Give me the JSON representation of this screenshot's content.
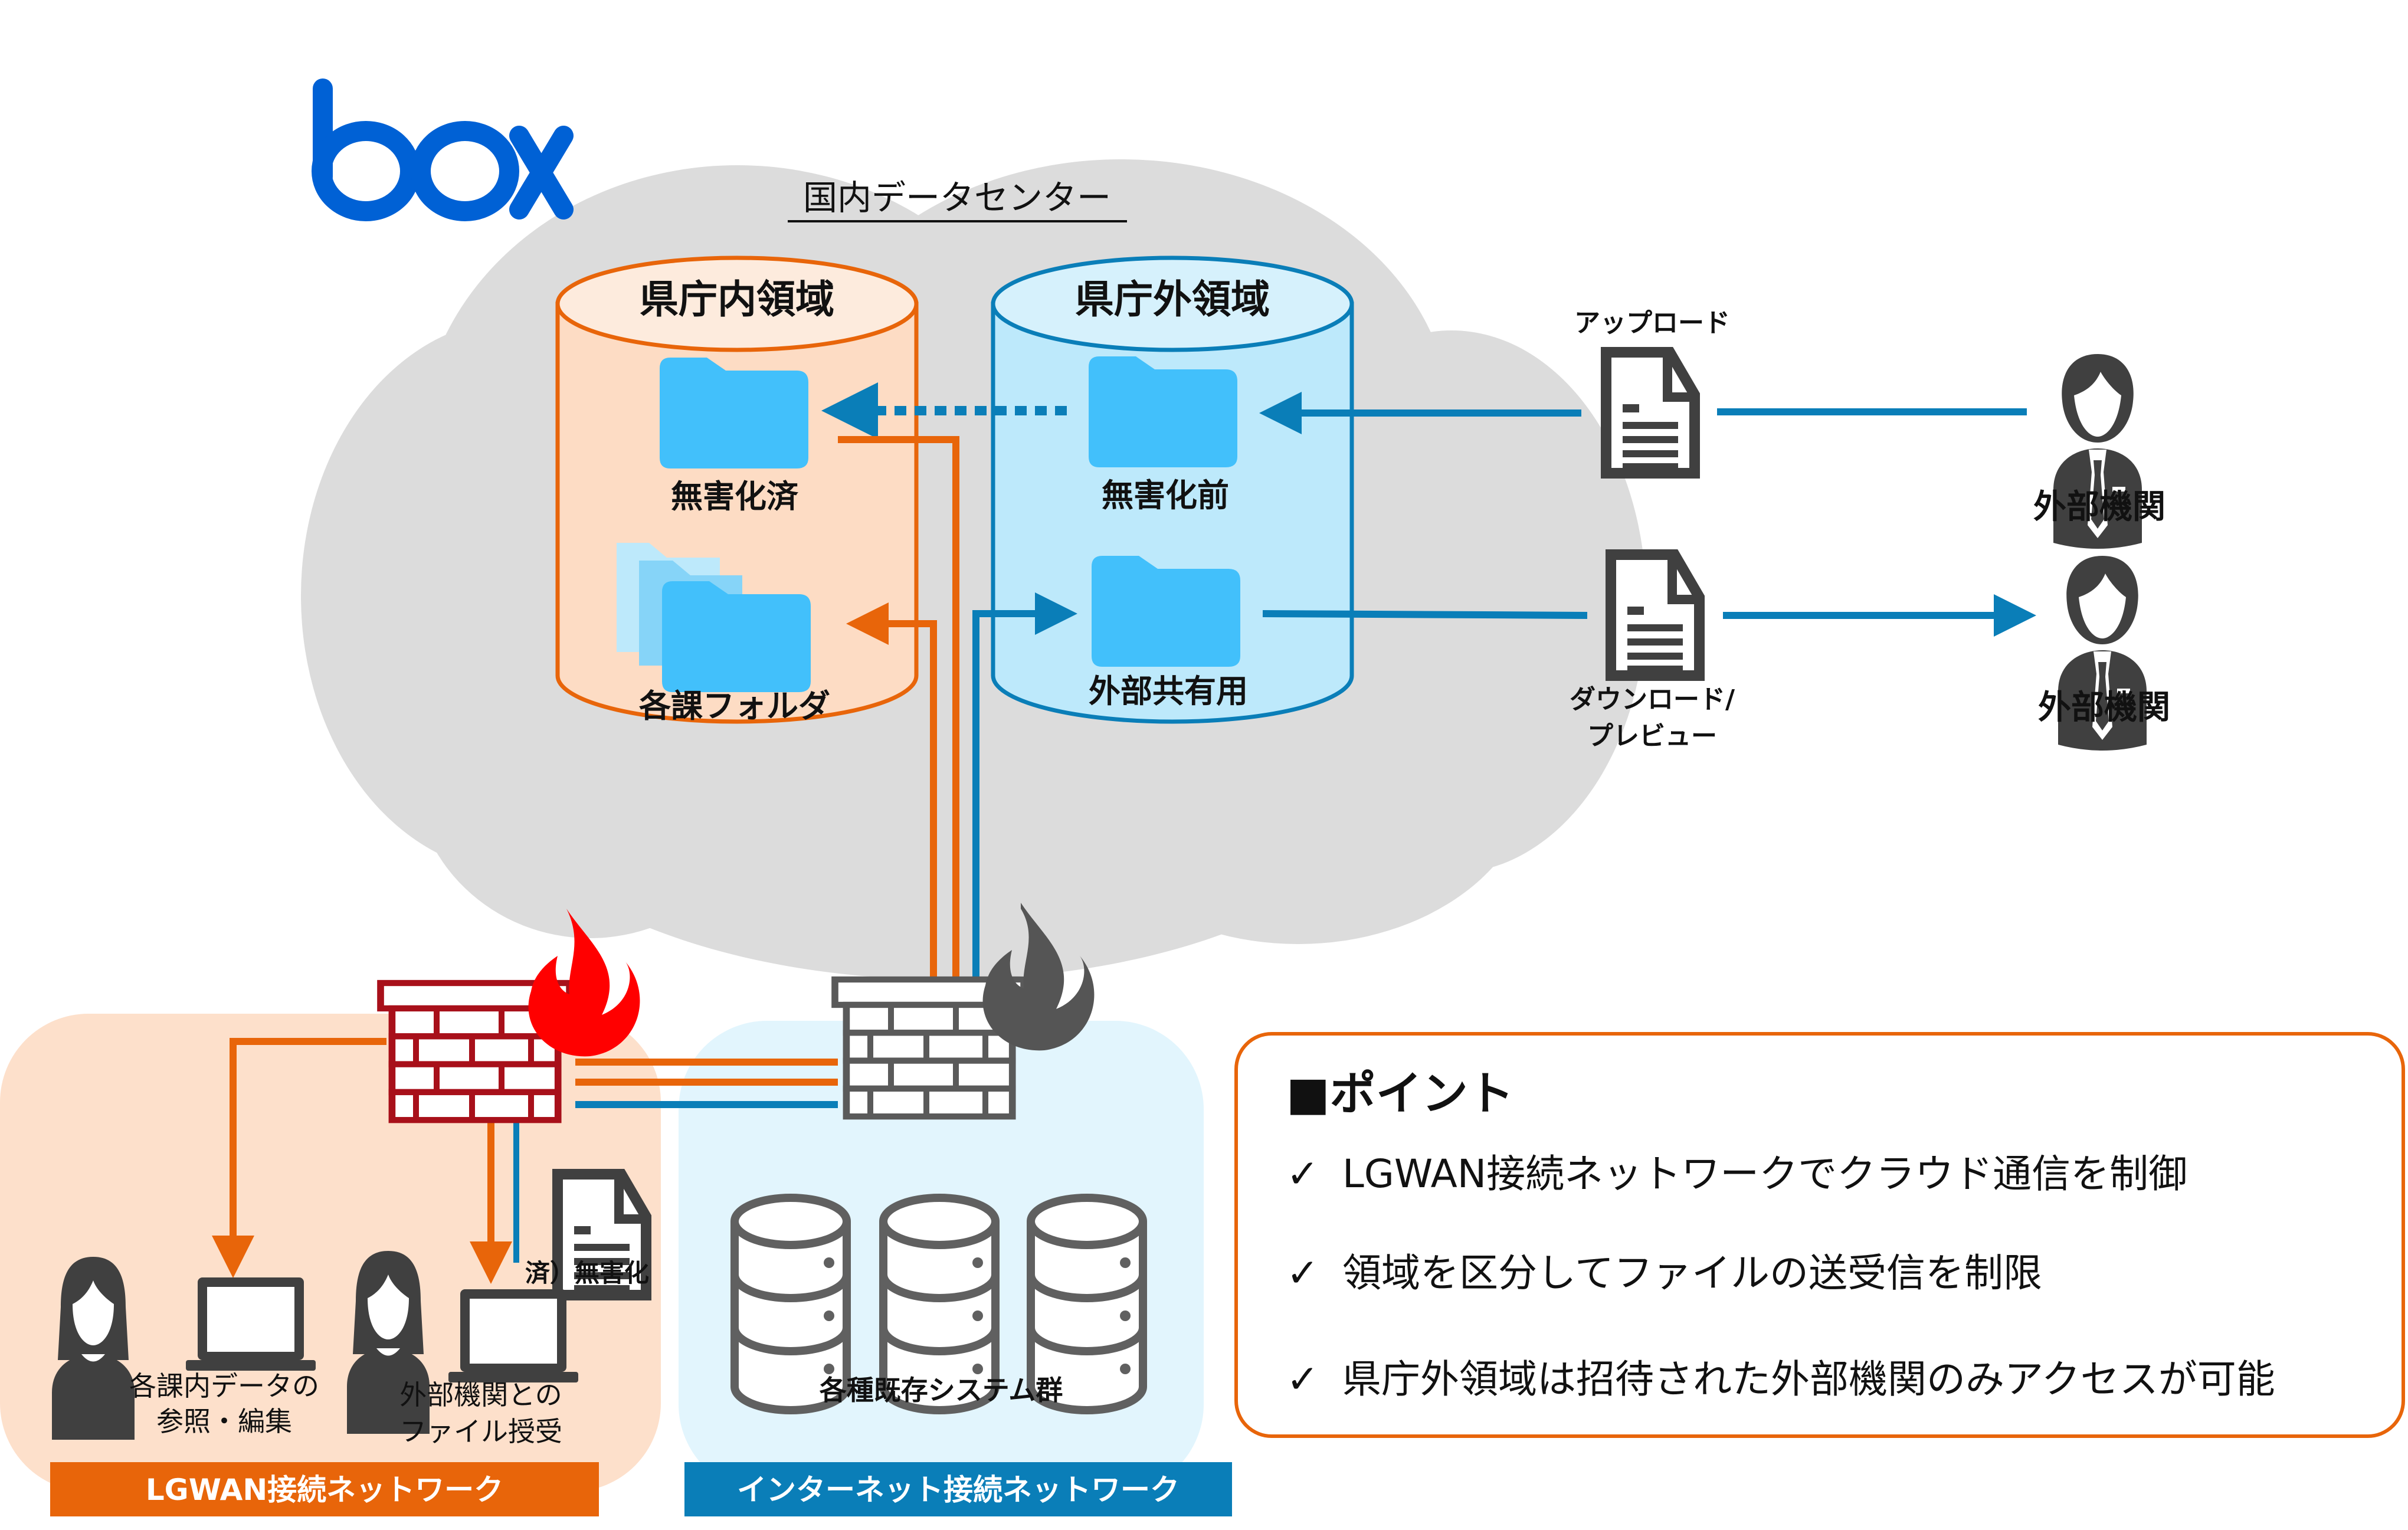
{
  "logo": {
    "text": "box",
    "color": "#0061D5"
  },
  "cloud": {
    "label": "国内データセンター"
  },
  "zones": {
    "internal": {
      "title": "県庁内領域",
      "folders": [
        {
          "label": "無害化済"
        },
        {
          "label": "各課フォルダ"
        }
      ]
    },
    "external": {
      "title": "県庁外領域",
      "folders": [
        {
          "label": "無害化前"
        },
        {
          "label": "外部共有用"
        }
      ]
    }
  },
  "flows": {
    "upload_label": "アップロード",
    "download_label_line1": "ダウンロード/",
    "download_label_line2": "プレビュー",
    "sanitized_label": "済）無害化"
  },
  "external_parties": [
    {
      "label": "外部機関"
    },
    {
      "label": "外部機関"
    }
  ],
  "lgwan": {
    "network_label": "LGWAN接続ネットワーク",
    "users": [
      {
        "line1": "各課内データの",
        "line2": "参照・編集"
      },
      {
        "line1": "外部機関との",
        "line2": "ファイル授受"
      }
    ]
  },
  "internet": {
    "network_label": "インターネット接続ネットワーク",
    "systems_label": "各種既存システム群"
  },
  "points": {
    "title": "■ポイント",
    "items": [
      {
        "check": "✓",
        "text": "LGWAN接続ネットワークでクラウド通信を制御"
      },
      {
        "check": "✓",
        "text": "領域を区分してファイルの送受信を制限"
      },
      {
        "check": "✓",
        "text": "県庁外領域は招待された外部機関のみアクセスが可能"
      }
    ]
  },
  "colors": {
    "orange": "#E8650A",
    "blue": "#0A7EB8",
    "folder": "#42C0FB",
    "cloud": "#DCDCDC",
    "internal_fill": "#FDDCC4",
    "external_fill": "#BDE9FB",
    "lgwan_panel": "#FDE0CB",
    "internet_panel": "#E2F5FD",
    "firewall_red": "#A8101A",
    "firewall_grey": "#5A5A5A",
    "icon_dark": "#404040"
  }
}
